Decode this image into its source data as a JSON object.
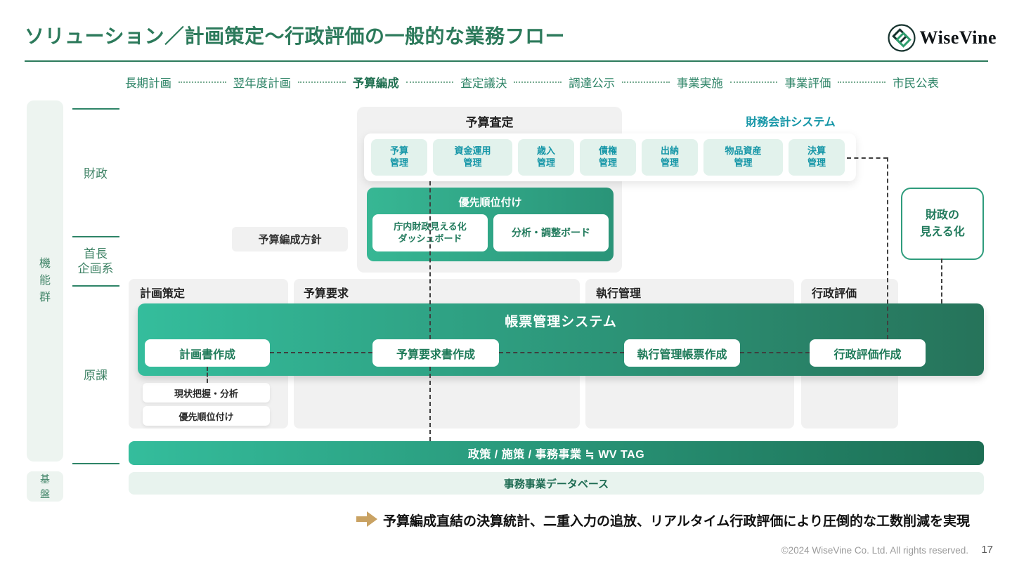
{
  "header": {
    "title": "ソリューション／計画策定～行政評価の一般的な業務フロー",
    "logo_text": "WiseVine"
  },
  "timeline": {
    "items": [
      {
        "label": "長期計画"
      },
      {
        "label": "翌年度計画"
      },
      {
        "label": "予算編成"
      },
      {
        "label": "査定議決"
      },
      {
        "label": "調達公示"
      },
      {
        "label": "事業実施"
      },
      {
        "label": "事業評価"
      },
      {
        "label": "市民公表"
      }
    ]
  },
  "sidebar": {
    "group_label": "機能群",
    "rows": [
      {
        "label": "財政"
      },
      {
        "label": "首長",
        "label2": "企画系"
      },
      {
        "label": "原課"
      }
    ],
    "base_label": "基盤"
  },
  "assessment": {
    "title": "予算査定",
    "system_label": "財務会計システム",
    "modules": [
      {
        "line1": "予算",
        "line2": "管理"
      },
      {
        "line1": "資金運用",
        "line2": "管理"
      },
      {
        "line1": "歳入",
        "line2": "管理"
      },
      {
        "line1": "債権",
        "line2": "管理"
      },
      {
        "line1": "出納",
        "line2": "管理"
      },
      {
        "line1": "物品資産",
        "line2": "管理"
      },
      {
        "line1": "決算",
        "line2": "管理"
      }
    ]
  },
  "prioritization": {
    "title": "優先順位付け",
    "items": [
      {
        "line1": "庁内財政見える化",
        "line2": "ダッシュボード"
      },
      {
        "line1": "分析・調整ボード",
        "line2": ""
      }
    ]
  },
  "policy_box": {
    "label": "予算編成方針"
  },
  "visibility_box": {
    "line1": "財政の",
    "line2": "見える化"
  },
  "columns": [
    {
      "label": "計画策定"
    },
    {
      "label": "予算要求"
    },
    {
      "label": "執行管理"
    },
    {
      "label": "行政評価"
    }
  ],
  "ledger_system": {
    "title": "帳票管理システム",
    "boxes": [
      "計画書作成",
      "予算要求書作成",
      "執行管理帳票作成",
      "行政評価作成"
    ]
  },
  "plan_steps": [
    "現状把握・分析",
    "優先順位付け"
  ],
  "tag_bar": {
    "label": "政策 / 施策 / 事務事業 ≒ WV TAG"
  },
  "database_bar": {
    "label": "事務事業データベース"
  },
  "highlight": {
    "message": "予算編成直結の決算統計、二重入力の追放、リアルタイム行政評価により圧倒的な工数削減を実現"
  },
  "footer": {
    "copyright": "©2024 WiseVine Co. Ltd. All rights reserved.",
    "page": "17"
  },
  "colors": {
    "accent_green": "#2c7a5b",
    "band_gradient_start": "#34bd9c",
    "band_gradient_end": "#26735a",
    "teal": "#1596a7",
    "arrow_gold": "#c9a263"
  }
}
